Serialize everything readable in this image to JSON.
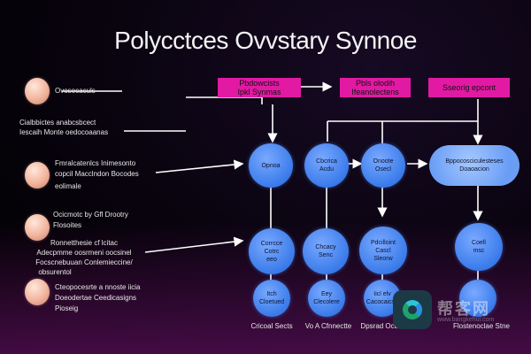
{
  "title": "Polycctces Ovvstary Synnoe",
  "top_boxes": [
    {
      "line1": "Pbdowcists",
      "line2": "Ipkl Synmas"
    },
    {
      "line1": "Pbls olodih",
      "line2": "Ifeanolectens"
    },
    {
      "line1": "Sseorig epcont",
      "line2": ""
    }
  ],
  "left_items": [
    {
      "label1": "Ovosocaculs",
      "label2": ""
    },
    {
      "label1": "Cialbbictes  anabcsbcect",
      "label2": "Iescaih Monte oedocoaanas"
    },
    {
      "label1": "Fmralcatenlcs  Inimesonto",
      "label2": "copcil Macclndon Bocodes",
      "label3": "eolimale"
    },
    {
      "label1": "Ocicmotc by Gfl Drootry",
      "label2": "Flosoites"
    },
    {
      "label1": "Ronnetthesie cf lcitac",
      "label2": "Adecpmme oosrmeni oocsinel",
      "label3": "Focscnebuuan Conlemieccine/",
      "label4": "obsurentol"
    },
    {
      "label1": "Cteopocesrte a nnoste iicia",
      "label2": "Doeodertae Ceedicasigns",
      "label3": "Pioseig"
    }
  ],
  "nodes_row1": [
    {
      "line1": "Opnoa",
      "line2": ""
    },
    {
      "line1": "Cbcrica",
      "line2": "Acdu"
    },
    {
      "line1": "Onoote",
      "line2": "Osecl"
    }
  ],
  "pill": {
    "line1": "Bppocosciculesteses",
    "line2": "Doaoacion"
  },
  "nodes_row2": [
    {
      "line1": "Corrcce",
      "line2": "Cotrc",
      "line3": "eeo"
    },
    {
      "line1": "Chcacy",
      "line2": "Senc"
    },
    {
      "line1": "Pdcilloint",
      "line2": "Cascl",
      "line3": "Sleorw"
    },
    {
      "line1": "Coell",
      "line2": "msc"
    }
  ],
  "nodes_row3": [
    {
      "line1": "Itch",
      "line2": "Cloetued"
    },
    {
      "line1": "Eey",
      "line2": "Clecolere"
    },
    {
      "line1": "Iicl elv",
      "line2": "Cacocaicse"
    },
    {
      "line1": "",
      "line2": ""
    }
  ],
  "bottom_labels": [
    "Cricoal Sects",
    "Vo A Cfnnectte",
    "Dpsrad Ocdas",
    "Flostenoclae Stne"
  ],
  "watermark": {
    "text": "帮客网",
    "sub": "www.bangkehui.com"
  },
  "colors": {
    "box": "#e21aa3",
    "node": "#3a7bea",
    "pill": "#6a9ef5",
    "background": "#08030d"
  }
}
